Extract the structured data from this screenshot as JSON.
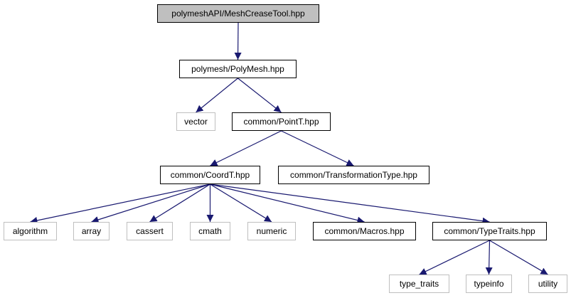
{
  "graph": {
    "nodes": {
      "mesh_crease_tool": "polymeshAPI/MeshCreaseTool.hpp",
      "poly_mesh": "polymesh/PolyMesh.hpp",
      "vector": "vector",
      "point_t": "common/PointT.hpp",
      "coord_t": "common/CoordT.hpp",
      "transformation_type": "common/TransformationType.hpp",
      "algorithm": "algorithm",
      "array": "array",
      "cassert": "cassert",
      "cmath": "cmath",
      "numeric": "numeric",
      "macros": "common/Macros.hpp",
      "type_traits_hpp": "common/TypeTraits.hpp",
      "type_traits": "type_traits",
      "typeinfo": "typeinfo",
      "utility": "utility"
    },
    "edges": [
      [
        "mesh_crease_tool",
        "poly_mesh"
      ],
      [
        "poly_mesh",
        "vector"
      ],
      [
        "poly_mesh",
        "point_t"
      ],
      [
        "point_t",
        "coord_t"
      ],
      [
        "point_t",
        "transformation_type"
      ],
      [
        "coord_t",
        "algorithm"
      ],
      [
        "coord_t",
        "array"
      ],
      [
        "coord_t",
        "cassert"
      ],
      [
        "coord_t",
        "cmath"
      ],
      [
        "coord_t",
        "numeric"
      ],
      [
        "coord_t",
        "macros"
      ],
      [
        "coord_t",
        "type_traits_hpp"
      ],
      [
        "type_traits_hpp",
        "type_traits"
      ],
      [
        "type_traits_hpp",
        "typeinfo"
      ],
      [
        "type_traits_hpp",
        "utility"
      ]
    ],
    "colors": {
      "edge": "#191970",
      "root_fill": "#bfbfbf",
      "internal_border": "#000000",
      "external_border": "#bfbfbf"
    }
  }
}
